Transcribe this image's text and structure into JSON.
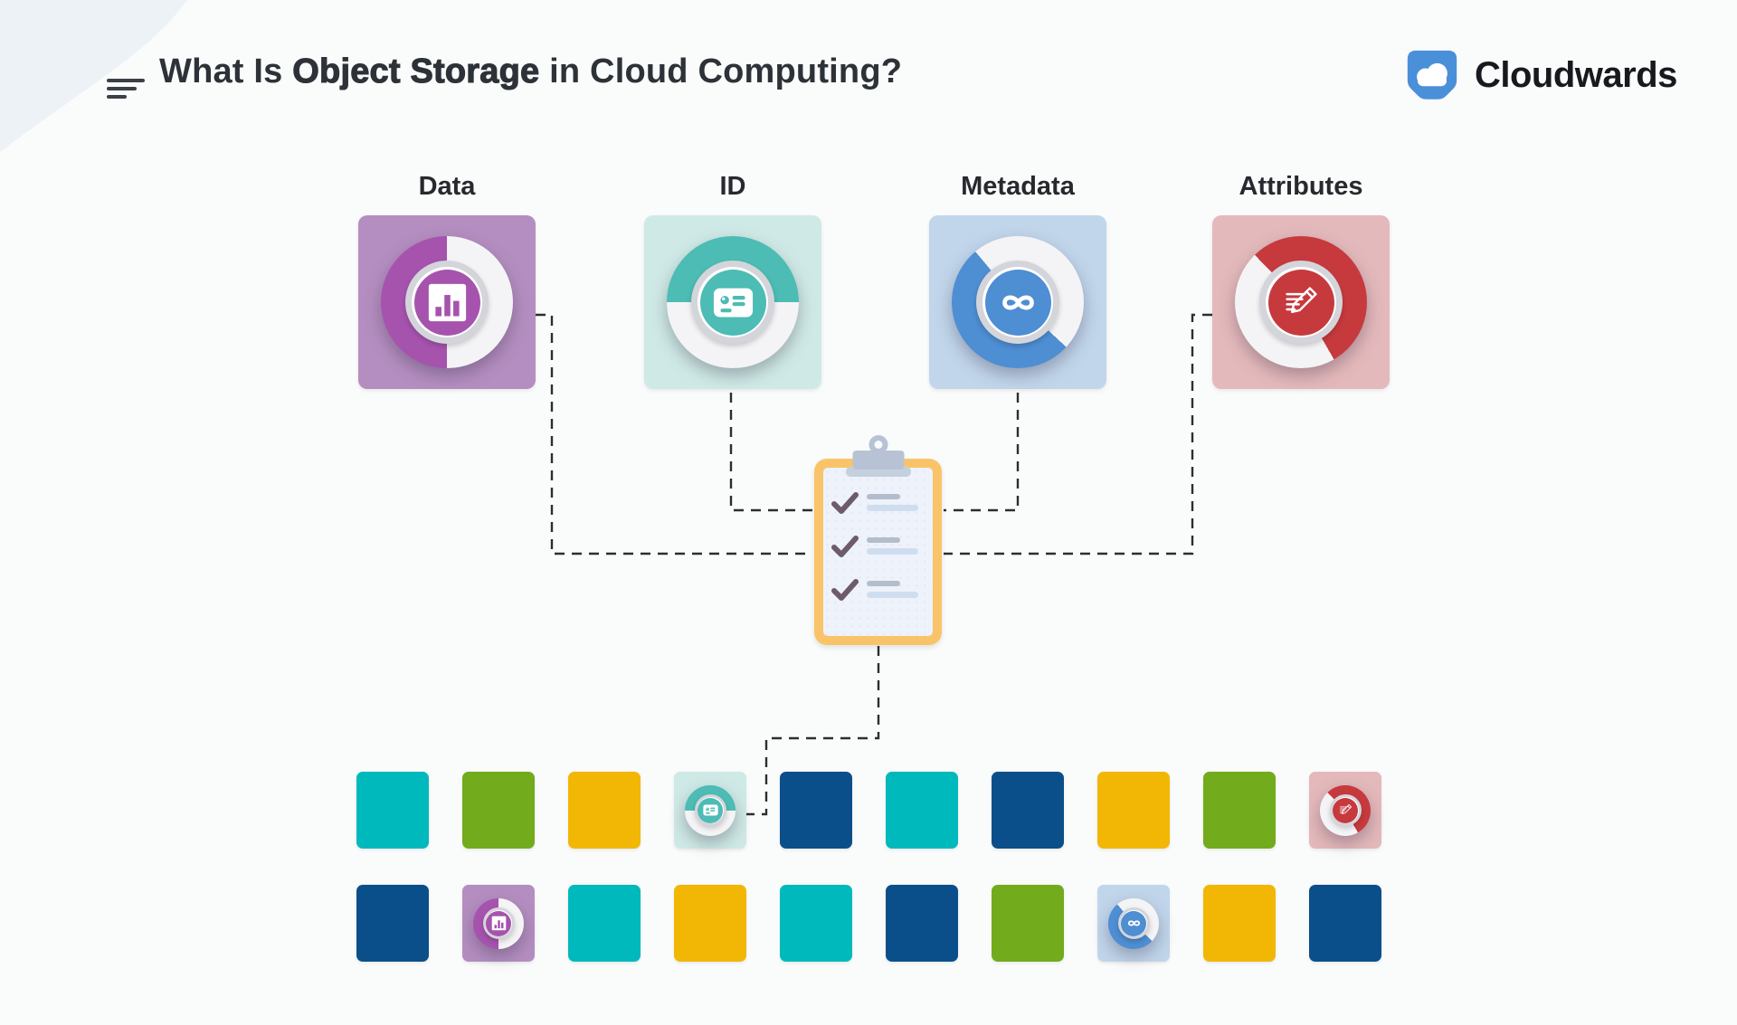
{
  "page": {
    "background": "#fafbfb",
    "corner_blob_color": "#ecf2f5",
    "dash_color": "#2e2e2e"
  },
  "header": {
    "list_icon": "list-lines-icon",
    "title": {
      "prefix": "What Is ",
      "emphasis": "Object Storage",
      "suffix": " in Cloud Computing?"
    },
    "brand": "Cloudwards",
    "brand_logo_icon": "cloud-shield-icon",
    "brand_logo_color": "#4a90d9",
    "title_color": "#2d3238"
  },
  "objects": [
    {
      "id": "data",
      "label": "Data",
      "bg": "#b48ec0",
      "accent": "#a653ae",
      "glyph": "bar-chart-icon",
      "donut_style": "half-left"
    },
    {
      "id": "id",
      "label": "ID",
      "bg": "#cfeae6",
      "accent": "#4cbcb4",
      "glyph": "id-card-icon",
      "donut_style": "half-top"
    },
    {
      "id": "metadata",
      "label": "Metadata",
      "bg": "#c1d6eb",
      "accent": "#4e8ed3",
      "glyph": "infinity-icon",
      "donut_style": "arc-top-right"
    },
    {
      "id": "attributes",
      "label": "Attributes",
      "bg": "#e4b9bb",
      "accent": "#c63a3e",
      "glyph": "pencil-edit-icon",
      "donut_style": "arc-bottom-left"
    }
  ],
  "clipboard": {
    "icon": "clipboard-checklist-icon",
    "items": 3,
    "border_color": "#f9c469",
    "paper_color": "#eef2fa",
    "clip_color": "#b7c3d4",
    "check_color": "#6d5a6c",
    "line_top_color": "#b3bdcc",
    "line_bottom_color": "#cfdeef"
  },
  "grid": {
    "colors": {
      "teal": "#00b9bc",
      "green": "#72ab1c",
      "yellow": "#f2b705",
      "navy": "#0b4f8a"
    },
    "rows": [
      [
        "teal",
        "green",
        "yellow",
        "mini-id",
        "navy",
        "teal",
        "navy",
        "yellow",
        "green",
        "mini-attributes"
      ],
      [
        "navy",
        "mini-data",
        "teal",
        "yellow",
        "teal",
        "navy",
        "green",
        "mini-metadata",
        "yellow",
        "navy"
      ]
    ]
  }
}
